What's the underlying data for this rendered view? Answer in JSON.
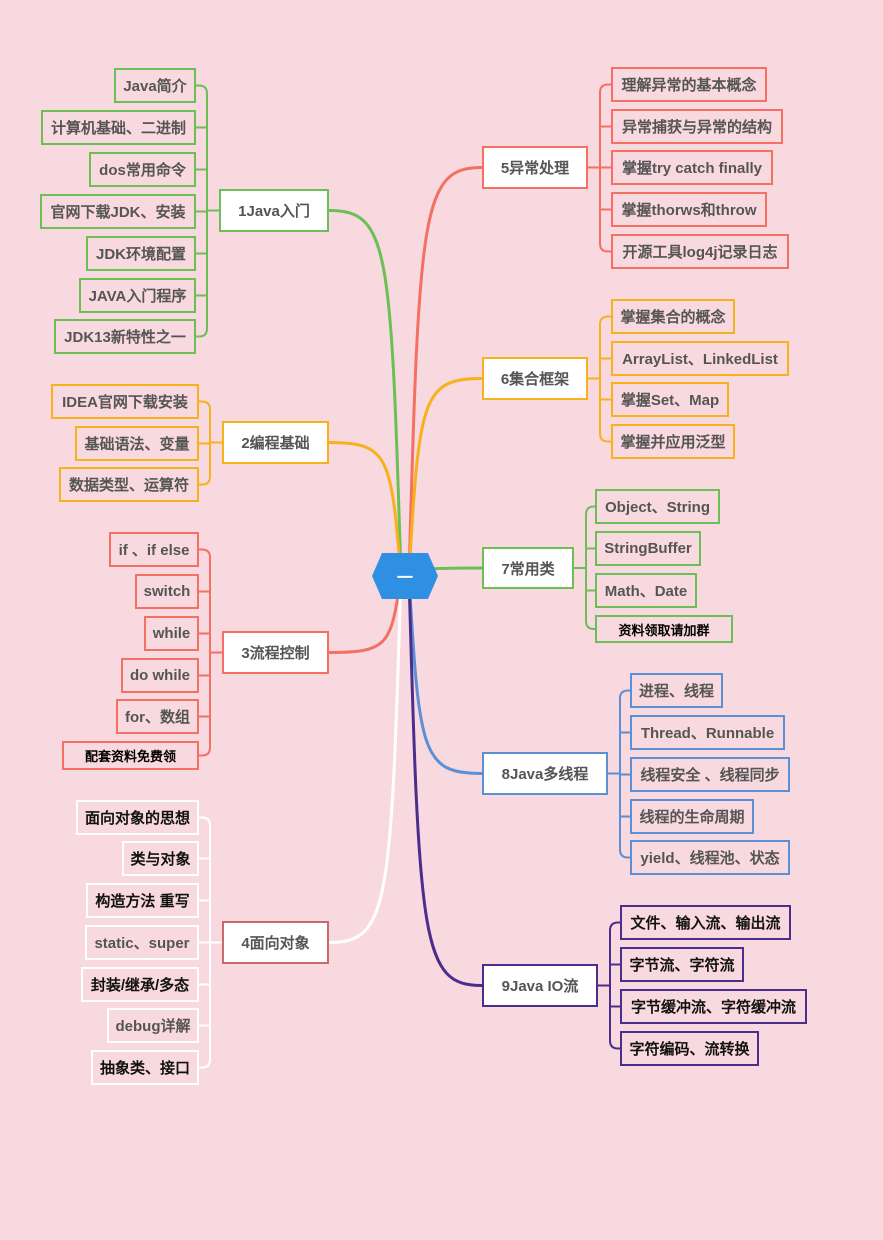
{
  "center": {
    "label": "一",
    "color": "#2f8fe3"
  },
  "branches": [
    {
      "label": "1Java入门",
      "color": "#6cbf55",
      "items": [
        "Java简介",
        "计算机基础、二进制",
        "dos常用命令",
        "官网下载JDK、安装",
        "JDK环境配置",
        "JAVA入门程序",
        "JDK13新特性之一"
      ]
    },
    {
      "label": "2编程基础",
      "color": "#f6b11c",
      "items": [
        "IDEA官网下载安装",
        "基础语法、变量",
        "数据类型、运算符"
      ]
    },
    {
      "label": "3流程控制",
      "color": "#f47062",
      "items": [
        "if 、if else",
        "switch",
        "while",
        "do while",
        "for、数组",
        "配套资料免费领"
      ]
    },
    {
      "label": "4面向对象",
      "color": "#ffffff",
      "border": "#c96a6a",
      "items": [
        "面向对象的思想",
        "类与对象",
        "构造方法 重写",
        "static、super",
        "封装/继承/多态",
        "debug详解",
        "抽象类、接口"
      ]
    },
    {
      "label": "5异常处理",
      "color": "#f47062",
      "items": [
        "理解异常的基本概念",
        "异常捕获与异常的结构",
        "掌握try catch finally",
        "掌握thorws和throw",
        "开源工具log4j记录日志"
      ]
    },
    {
      "label": "6集合框架",
      "color": "#f6b11c",
      "items": [
        "掌握集合的概念",
        "ArrayList、LinkedList",
        "掌握Set、Map",
        "掌握并应用泛型"
      ]
    },
    {
      "label": "7常用类",
      "color": "#6cbf55",
      "items": [
        "Object、String",
        "StringBuffer",
        "Math、Date",
        "资料领取请加群"
      ]
    },
    {
      "label": "8Java多线程",
      "color": "#5b8fd6",
      "items": [
        "进程、线程",
        "Thread、Runnable",
        "线程安全 、线程同步",
        "线程的生命周期",
        "yield、线程池、状态"
      ]
    },
    {
      "label": "9Java IO流",
      "color": "#4b2e8c",
      "items": [
        "文件、输入流、输出流",
        "字节流、字符流",
        "字节缓冲流、字符缓冲流",
        "字符编码、流转换"
      ]
    }
  ]
}
